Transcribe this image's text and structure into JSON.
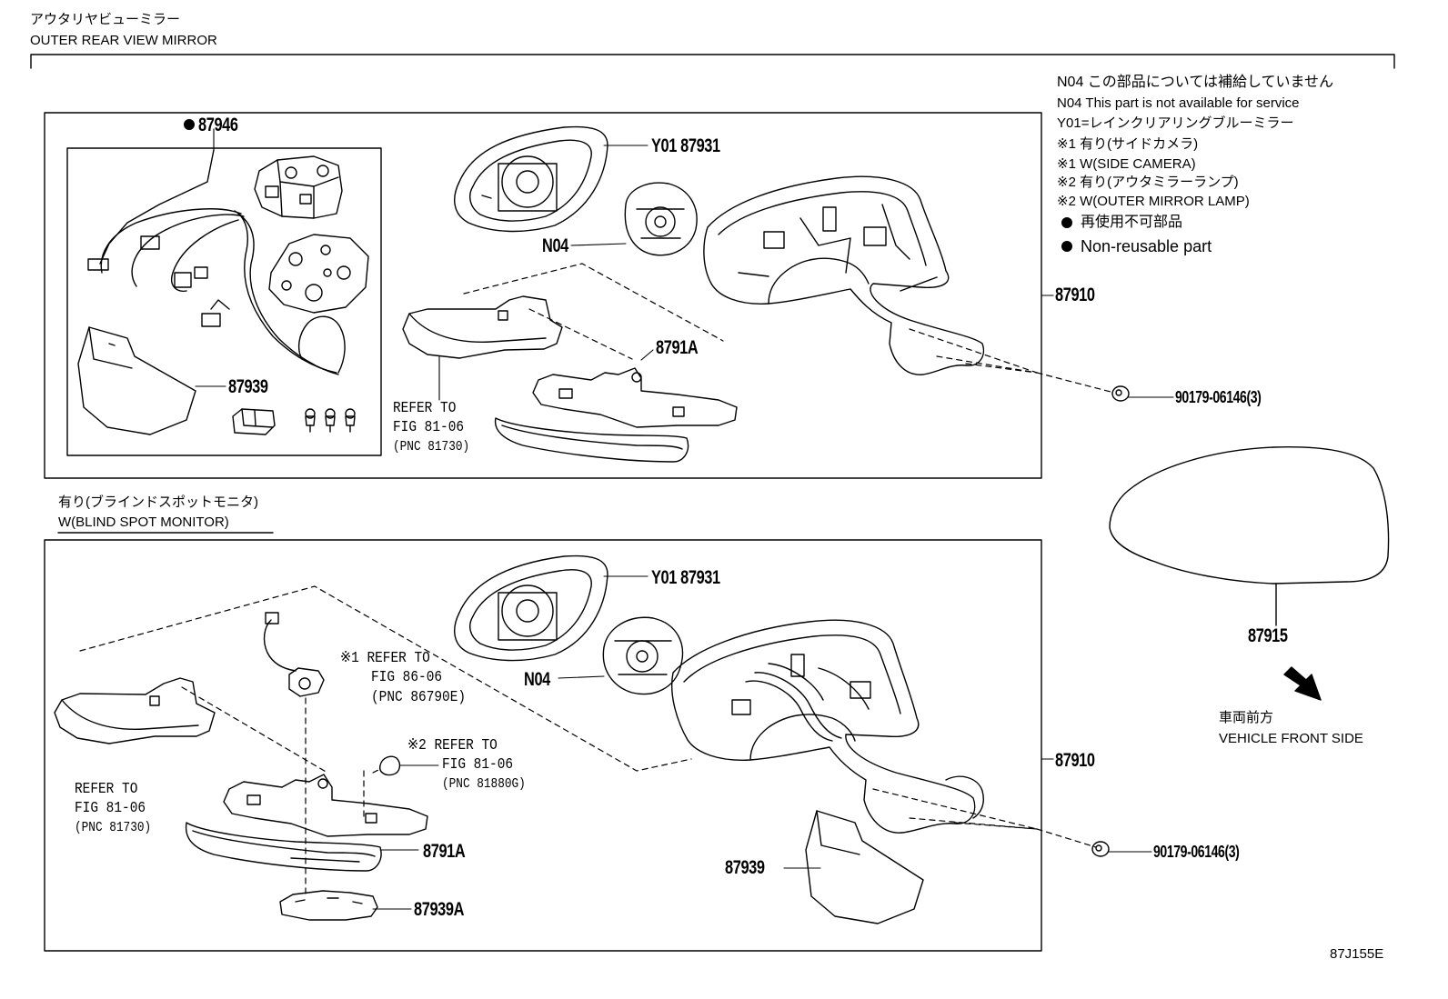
{
  "header": {
    "title_jp": "アウタリヤビューミラー",
    "title_en": "OUTER REAR VIEW MIRROR"
  },
  "notes": {
    "n04_jp": "N04 この部品については補給していません",
    "n04_en": "N04 This part is not available for service",
    "y01": "Y01=レインクリアリングブルーミラー",
    "k1_jp": "※1 有り(サイドカメラ)",
    "k1_en": "※1 W(SIDE CAMERA)",
    "k2_jp": "※2 有り(アウタミラーランプ)",
    "k2_en": "※2 W(OUTER MIRROR LAMP)",
    "nr_jp": "再使用不可部品",
    "nr_en": "Non-reusable part"
  },
  "section2": {
    "title_jp": "有り(ブラインドスポットモニタ)",
    "title_en": "W(BLIND SPOT MONITOR)"
  },
  "direction": {
    "jp": "車両前方",
    "en": "VEHICLE FRONT SIDE"
  },
  "figure_id": "87J155E",
  "top": {
    "p87946": "87946",
    "p87939": "87939",
    "y01_87931": "Y01 87931",
    "n04": "N04",
    "p87910": "87910",
    "p8791a": "8791A",
    "p90179": "90179-06146(3)",
    "ref_line1": "REFER TO",
    "ref_line2": "FIG 81-06",
    "ref_line3": "(PNC 81730)"
  },
  "bottom": {
    "y01_87931": "Y01 87931",
    "n04": "N04",
    "p87910": "87910",
    "p8791a": "8791A",
    "p87939": "87939",
    "p87939a": "87939A",
    "p90179": "90179-06146(3)",
    "cam_line1": "※1 REFER TO",
    "cam_line2": "FIG 86-06",
    "cam_line3": "(PNC 86790E)",
    "lamp_line1": "※2 REFER TO",
    "lamp_line2": "FIG 81-06",
    "lamp_line3": "(PNC 81880G)",
    "ref_line1": "REFER TO",
    "ref_line2": "FIG 81-06",
    "ref_line3": "(PNC 81730)"
  },
  "cover": {
    "p87915": "87915"
  }
}
